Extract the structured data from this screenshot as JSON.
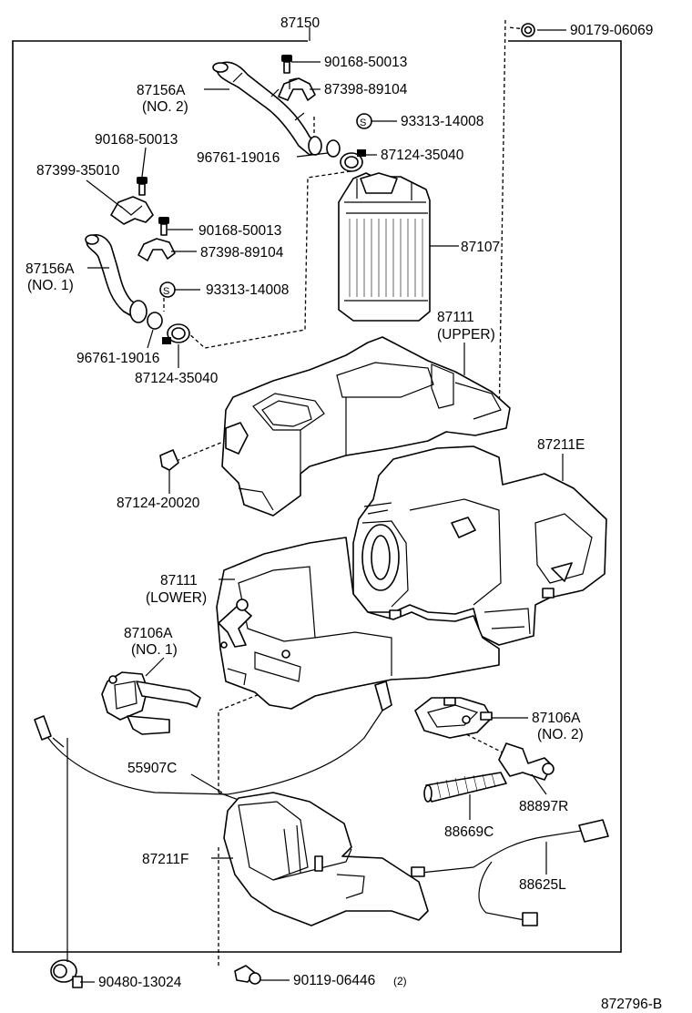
{
  "figure_id": "872796-B",
  "labels": {
    "assembly": "87150",
    "clip_top_right": "90179-06069",
    "screw_top": "90168-50013",
    "clamp_top": "87398-89104",
    "hose_no2": "87156A",
    "hose_no2_sub": "(NO. 2)",
    "washer_s_top": "93313-14008",
    "screw_left": "90168-50013",
    "oring_top": "96761-19016",
    "clamp_hose_top": "87124-35040",
    "bracket_left": "87399-35010",
    "heater_core": "87107",
    "screw_mid": "90168-50013",
    "clamp_mid": "87398-89104",
    "hose_no1": "87156A",
    "hose_no1_sub": "(NO. 1)",
    "washer_s_mid": "93313-14008",
    "case_upper": "87111",
    "case_upper_sub": "(UPPER)",
    "oring_mid": "96761-19016",
    "clamp_hose_mid": "87124-35040",
    "duct_e": "87211E",
    "clip_left": "87124-20020",
    "case_lower": "87111",
    "case_lower_sub": "(LOWER)",
    "servo_no1": "87106A",
    "servo_no1_sub": "(NO. 1)",
    "servo_no2": "87106A",
    "servo_no2_sub": "(NO. 2)",
    "cable": "55907C",
    "sensor": "88897R",
    "grommet": "88669C",
    "duct_f": "87211F",
    "harness": "88625L",
    "grommet_bottom": "90480-13024",
    "screw_bottom": "90119-06446",
    "screw_bottom_qty": "(2)"
  }
}
